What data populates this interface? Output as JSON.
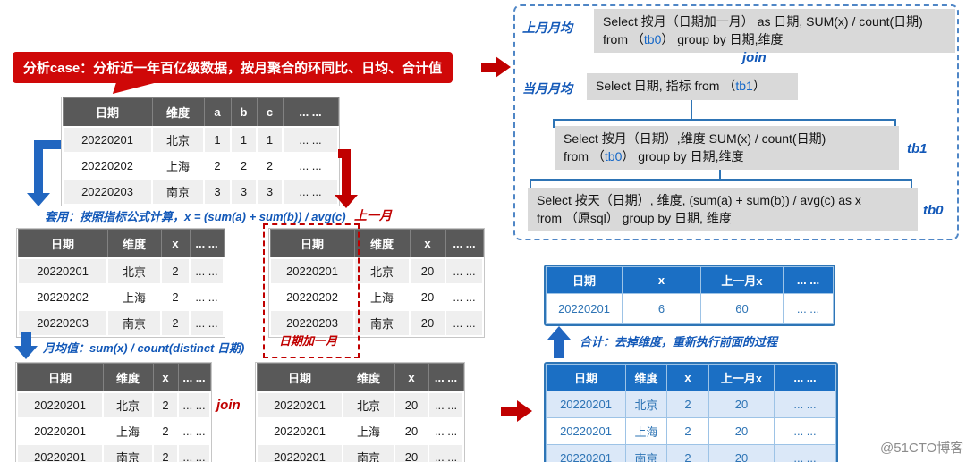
{
  "banner": {
    "text": "分析case：分析近一年百亿级数据，按月聚合的环同比、日均、合计值"
  },
  "labels": {
    "last_month_avg": "上月月均",
    "current_month_avg": "当月月均",
    "join_top": "join",
    "join_bottom": "join",
    "tb1": "tb1",
    "tb0": "tb0",
    "last_month": "上一月",
    "date_plus_one_month": "日期加一月"
  },
  "notes": {
    "formula_x": "套用：按照指标公式计算，x = (sum(a) + sum(b)) / avg(c)",
    "monthly_avg": "月均值：sum(x) / count(distinct 日期)",
    "total": "合计：去掉维度，重新执行前面的过程"
  },
  "sql": {
    "q1": {
      "line1": "Select 按月（日期加一月） as 日期, SUM(x) / count(日期)",
      "from": "from （",
      "tb": "tb0",
      "rest": "） group by 日期,维度"
    },
    "q2": {
      "from": "Select 日期, 指标 from （",
      "tb": "tb1",
      "rest": "）"
    },
    "q3": {
      "line1": "Select 按月（日期）,维度 SUM(x) / count(日期)",
      "from": "from （",
      "tb": "tb0",
      "rest": "） group by 日期,维度"
    },
    "q4": {
      "line1": "Select 按天（日期）, 维度, (sum(a) + sum(b)) / avg(c) as x",
      "line2": "from （原sql） group by 日期, 维度"
    }
  },
  "tables": {
    "source": {
      "headers": [
        "日期",
        "维度",
        "a",
        "b",
        "c",
        "... ..."
      ],
      "rows": [
        [
          "20220201",
          "北京",
          "1",
          "1",
          "1",
          "... ..."
        ],
        [
          "20220202",
          "上海",
          "2",
          "2",
          "2",
          "... ..."
        ],
        [
          "20220203",
          "南京",
          "3",
          "3",
          "3",
          "... ..."
        ]
      ]
    },
    "daily": {
      "headers": [
        "日期",
        "维度",
        "x",
        "... ..."
      ],
      "rows": [
        [
          "20220201",
          "北京",
          "2",
          "... ..."
        ],
        [
          "20220202",
          "上海",
          "2",
          "... ..."
        ],
        [
          "20220203",
          "南京",
          "2",
          "... ..."
        ]
      ]
    },
    "shifted": {
      "headers": [
        "日期",
        "维度",
        "x",
        "... ..."
      ],
      "rows": [
        [
          "20220201",
          "北京",
          "20",
          "... ..."
        ],
        [
          "20220202",
          "上海",
          "20",
          "... ..."
        ],
        [
          "20220203",
          "南京",
          "20",
          "... ..."
        ]
      ]
    },
    "month_current": {
      "headers": [
        "日期",
        "维度",
        "x",
        "... ..."
      ],
      "rows": [
        [
          "20220201",
          "北京",
          "2",
          "... ..."
        ],
        [
          "20220201",
          "上海",
          "2",
          "... ..."
        ],
        [
          "20220201",
          "南京",
          "2",
          "... ..."
        ]
      ]
    },
    "month_prev": {
      "headers": [
        "日期",
        "维度",
        "x",
        "... ..."
      ],
      "rows": [
        [
          "20220201",
          "北京",
          "20",
          "... ..."
        ],
        [
          "20220201",
          "上海",
          "20",
          "... ..."
        ],
        [
          "20220201",
          "南京",
          "20",
          "... ..."
        ]
      ]
    },
    "result_total": {
      "headers": [
        "日期",
        "x",
        "上一月x",
        "... ..."
      ],
      "rows": [
        [
          "20220201",
          "6",
          "60",
          "... ..."
        ]
      ]
    },
    "result_dim": {
      "headers": [
        "日期",
        "维度",
        "x",
        "上一月x",
        "... ..."
      ],
      "rows": [
        [
          "20220201",
          "北京",
          "2",
          "20",
          "... ..."
        ],
        [
          "20220201",
          "上海",
          "2",
          "20",
          "... ..."
        ],
        [
          "20220201",
          "南京",
          "2",
          "20",
          "... ..."
        ]
      ]
    }
  },
  "watermark": "@51CTO博客",
  "colors": {
    "red": "#c00000",
    "blue_accent": "#1258b8",
    "gray_table_header": "#595959",
    "blue_table_header": "#1b6fc4"
  }
}
